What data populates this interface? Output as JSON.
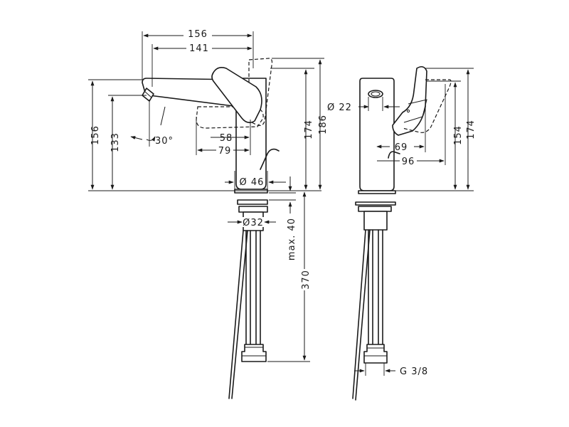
{
  "dimensions": {
    "side_view": {
      "overall_reach": "156",
      "spout_reach": "141",
      "height_spout": "156",
      "height_aerator": "133",
      "spout_angle": "30°",
      "handle_58": "58",
      "handle_79": "79",
      "height_174": "174",
      "height_186": "186",
      "base_diameter": "Ø 46",
      "shank_diameter": "Ø32",
      "max_thickness": "max. 40",
      "hose_length": "370"
    },
    "front_view": {
      "aerator_diameter": "Ø 22",
      "lever_69": "69",
      "lever_96": "96",
      "height_154": "154",
      "height_174": "174",
      "thread": "G 3/8"
    }
  }
}
